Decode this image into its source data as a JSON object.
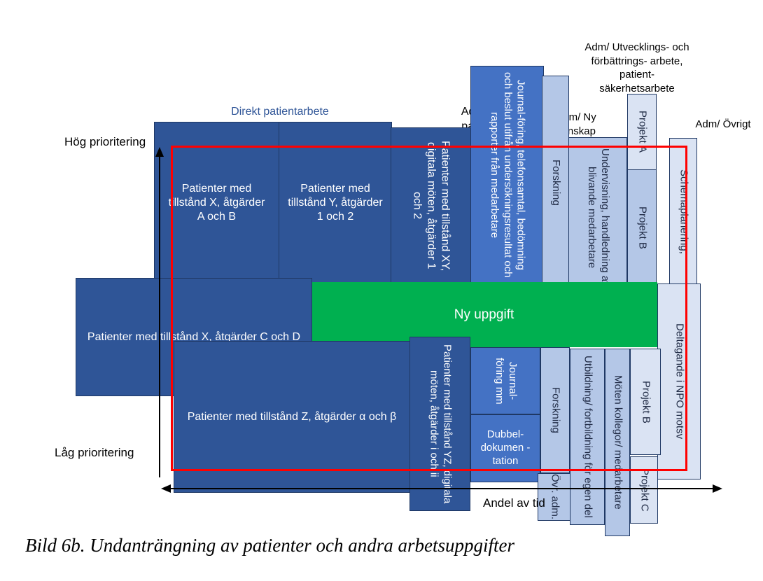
{
  "labels": {
    "high_priority": "Hög prioritering",
    "low_priority": "Låg prioritering",
    "time_axis": "Andel av tid"
  },
  "headers": {
    "direct": "Direkt patientarbete",
    "indirect": "Adm/ Indirekt patientarbete",
    "new_knowledge": "Adm/ Ny kunskap",
    "development": "Adm/ Utvecklings- och förbättrings- arbete, patient- säkerhetsarbete",
    "other": "Adm/ Övrigt"
  },
  "blocks": {
    "xab": "Patienter med tillstånd X, åtgärder A och B",
    "y12": "Patienter med tillstånd Y, åtgärder 1 och 2",
    "xy12": "Patienter med tillstånd XY, digitala möten, åtgärder 1 och 2",
    "journal_top": "Journal-föring, telefonsamtal, bedömning och beslut utifrån undersökningsresultat och rapporter från medarbetare",
    "research_top": "Forskning",
    "teaching": "Undervisning, handledning av blivande medarbetare",
    "project_a": "Projekt A",
    "project_b_top": "Projekt B",
    "scheduling": "Schemaplanering,",
    "xcd": "Patienter med tillstånd X, åtgärder C och D",
    "new_task": "Ny uppgift",
    "npo": "Deltagande i NPO motsv",
    "z": "Patienter med tillstånd Z, åtgärder α och β",
    "yz": "Patienter med tillstånd YZ, digitala möten, åtgärder i och ii",
    "journal_bottom": "Journal- föring mm",
    "double_doc": "Dubbel- dokumen -tation",
    "research_bottom": "Forskning",
    "ovr_adm": "Övr. adm.",
    "education": "Utbildning/ fortbildning för egen del",
    "meetings": "Möten kollegor/ medarbetare",
    "project_b_bottom": "Projekt B",
    "project_c": "Projekt C"
  },
  "caption": "Bild 6b. Undanträngning av patienter och andra arbetsuppgifter",
  "colors": {
    "dark_blue": "#2f5597",
    "mid_blue": "#4472c4",
    "light_blue": "#b4c7e7",
    "pale_blue": "#dae3f3",
    "green": "#00b050",
    "highlight_border": "#ff0000"
  }
}
